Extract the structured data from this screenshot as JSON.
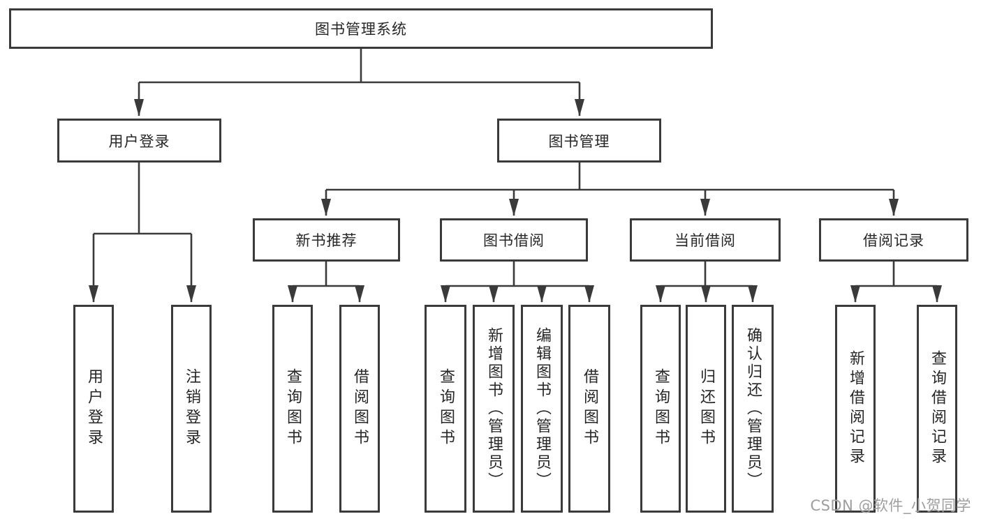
{
  "diagram": {
    "title": "图书管理系统",
    "watermark": "CSDN @软件_小贺同学",
    "colors": {
      "line": "#3a3a3a",
      "box_border": "#3a3a3a",
      "background": "#ffffff",
      "text": "#262626",
      "watermark": "#9e9e9e"
    },
    "tree": {
      "label": "图书管理系统",
      "children": [
        {
          "label": "用户登录",
          "children": [
            {
              "label": "用户登录"
            },
            {
              "label": "注销登录"
            }
          ]
        },
        {
          "label": "图书管理",
          "children": [
            {
              "label": "新书推荐",
              "children": [
                {
                  "label": "查询图书"
                },
                {
                  "label": "借阅图书"
                }
              ]
            },
            {
              "label": "图书借阅",
              "children": [
                {
                  "label": "查询图书"
                },
                {
                  "label": "新增图书（管理员）"
                },
                {
                  "label": "编辑图书（管理员）"
                },
                {
                  "label": "借阅图书"
                }
              ]
            },
            {
              "label": "当前借阅",
              "children": [
                {
                  "label": "查询图书"
                },
                {
                  "label": "归还图书"
                },
                {
                  "label": "确认归还（管理员）"
                }
              ]
            },
            {
              "label": "借阅记录",
              "children": [
                {
                  "label": "新增借阅记录"
                },
                {
                  "label": "查询借阅记录"
                }
              ]
            }
          ]
        }
      ]
    }
  }
}
